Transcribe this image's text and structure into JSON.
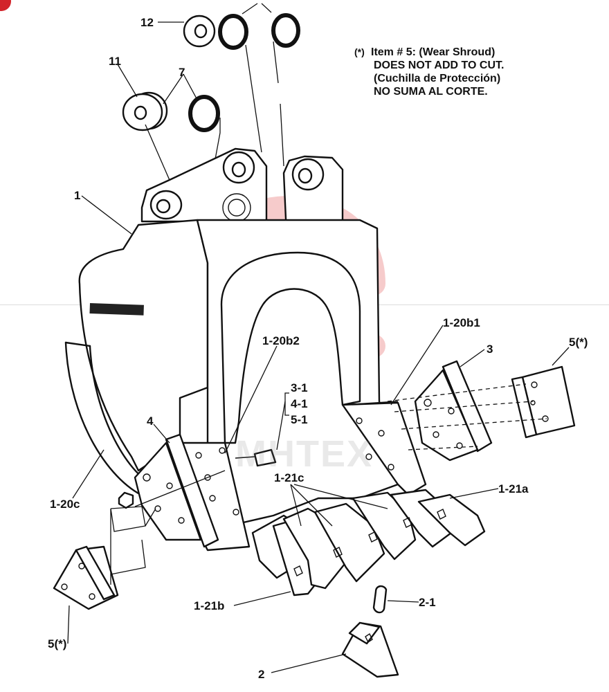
{
  "diagram": {
    "callouts": {
      "c12": "12",
      "c11": "11",
      "c7": "7",
      "c1": "1",
      "c1_20b2": "1-20b2",
      "c1_20b1": "1-20b1",
      "c3": "3",
      "c5_right": "5(*)",
      "c3_1": "3-1",
      "c4_1": "4-1",
      "c5_1": "5-1",
      "c4": "4",
      "c1_21c": "1-21c",
      "c1_21a": "1-21a",
      "c1_20c": "1-20c",
      "c1_21b": "1-21b",
      "c2_1": "2-1",
      "c5_left": "5(*)",
      "c2": "2"
    },
    "note": {
      "marker": "(*)",
      "line1": "Item # 5: (Wear Shroud)",
      "line2": "DOES NOT ADD TO CUT.",
      "line3": "(Cuchilla de Protección)",
      "line4": "NO SUMA AL CORTE."
    },
    "watermark": "MHTEX",
    "colors": {
      "line": "#111111",
      "badge": "#d2232a",
      "watermark": "#f2b7b7"
    }
  }
}
